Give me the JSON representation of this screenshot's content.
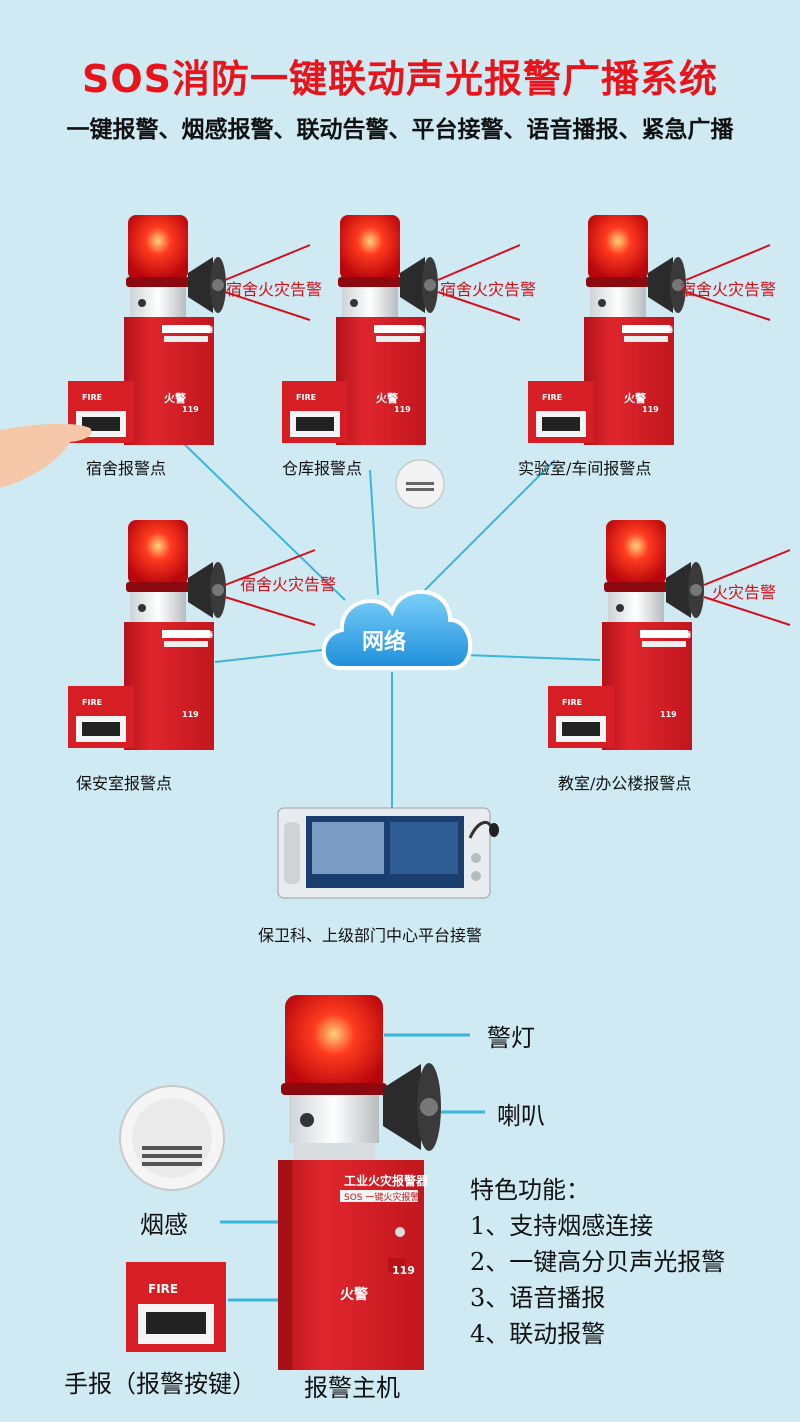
{
  "title": "SOS消防一键联动声光报警广播系统",
  "subtitle": "一键报警、烟感报警、联动告警、平台接警、语音播报、紧急广播",
  "network_label": "网络",
  "alarm_units": [
    {
      "caption": "宿舍报警点",
      "warning": "宿舍火灾告警"
    },
    {
      "caption": "仓库报警点",
      "warning": "宿舍火灾告警"
    },
    {
      "caption": "实验室/车间报警点",
      "warning": "宿舍火灾告警"
    },
    {
      "caption": "保安室报警点",
      "warning": "宿舍火灾告警"
    },
    {
      "caption": "教室/办公楼报警点",
      "warning": "火灾告警"
    }
  ],
  "platform_caption": "保卫科、上级部门中心平台接警",
  "device_box": {
    "title": "工业火灾报警器",
    "tag": "SOS 一键火灾报警",
    "fire_text": "火警",
    "number": "119"
  },
  "call_point_text": "FIRE",
  "detail": {
    "lamp_label": "警灯",
    "horn_label": "喇叭",
    "smoke_label": "烟感",
    "button_label": "手报（报警按键）",
    "host_label": "报警主机"
  },
  "features": {
    "title": "特色功能：",
    "items": [
      "1、支持烟感连接",
      "2、一键高分贝声光报警",
      "3、语音播报",
      "4、联动报警"
    ]
  },
  "colors": {
    "title_red": "#e8141b",
    "box_red": "#d81e25",
    "line_blue": "#3bb6d8",
    "cloud_blue": "#2c9fe0"
  }
}
